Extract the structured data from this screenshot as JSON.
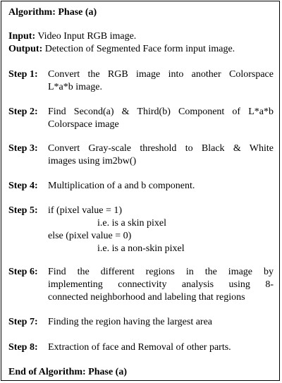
{
  "title": "Algorithm: Phase (a)",
  "input_label": "Input:",
  "input_text": "Video Input RGB image.",
  "output_label": "Output:",
  "output_text": "Detection of Segmented Face form input image.",
  "steps": [
    {
      "label": "Step 1:",
      "lines": [
        "Convert the RGB image into another Colorspace",
        "L*a*b  image."
      ]
    },
    {
      "label": "Step 2:",
      "lines": [
        "Find Second(a) & Third(b) Component of L*a*b",
        "Colorspace image"
      ]
    },
    {
      "label": "Step 3:",
      "lines": [
        "Convert Gray-scale threshold to Black & White",
        "images using im2bw()"
      ]
    },
    {
      "label": "Step 4:",
      "lines": [
        "Multiplication of a and b component."
      ]
    },
    {
      "label": "Step 5:",
      "lines": [
        "if (pixel value = 1)",
        "i.e. is a skin pixel",
        "else (pixel value = 0)",
        "i.e. is a non-skin pixel"
      ]
    },
    {
      "label": "Step 6:",
      "lines": [
        "Find the different regions in the image by",
        "implementing connectivity analysis using 8-",
        "connected neighborhood and labeling that regions"
      ]
    },
    {
      "label": "Step 7:",
      "lines": [
        "Finding the region having the largest area"
      ]
    },
    {
      "label": "Step 8:",
      "lines": [
        "Extraction of face and Removal of other parts."
      ]
    }
  ],
  "footer": "End of Algorithm: Phase (a)"
}
